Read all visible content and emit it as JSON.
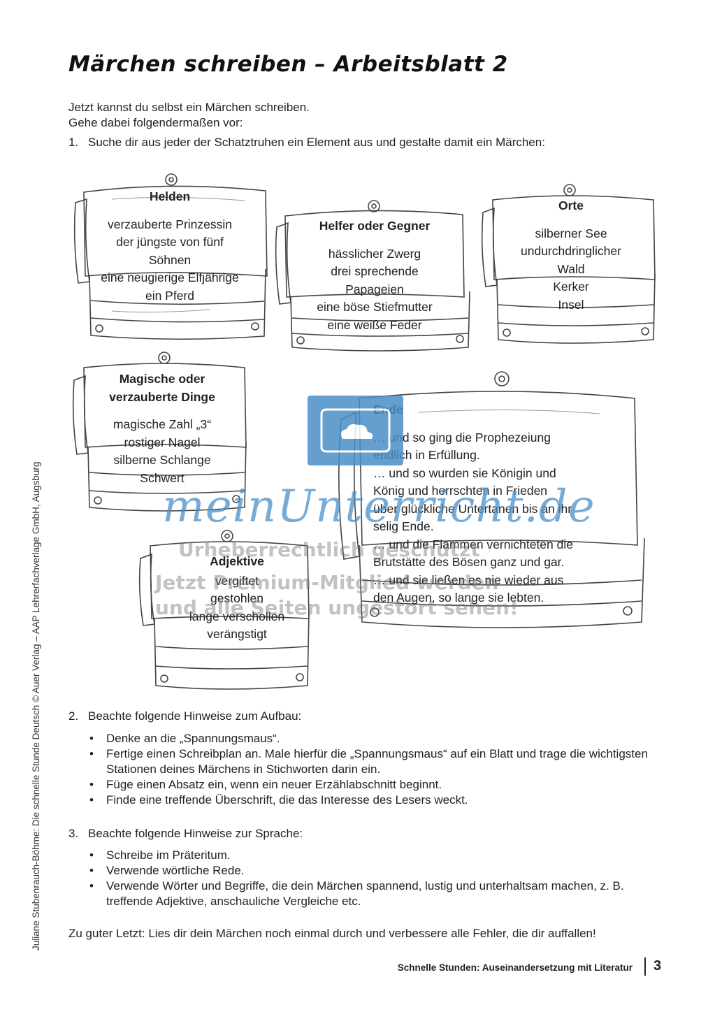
{
  "title": "Märchen schreiben – Arbeitsblatt 2",
  "intro": {
    "line1": "Jetzt kannst du selbst ein Märchen schreiben.",
    "line2": "Gehe dabei folgendermaßen vor:",
    "step1_num": "1.",
    "step1": "Suche dir aus jeder der Schatztruhen ein Element aus und gestalte damit ein Märchen:"
  },
  "chests": {
    "helden": {
      "heading": "Helden",
      "items": [
        "verzauberte Prinzessin",
        "der jüngste von fünf",
        "Söhnen",
        "eine neugierige Elfjährige",
        "ein Pferd"
      ]
    },
    "helfer": {
      "heading": "Helfer oder Gegner",
      "items": [
        "hässlicher Zwerg",
        "drei sprechende",
        "Papageien",
        "eine böse Stiefmutter",
        "eine weiße Feder"
      ]
    },
    "orte": {
      "heading": "Orte",
      "items": [
        "silberner See",
        "undurchdringlicher",
        "Wald",
        "Kerker",
        "Insel"
      ]
    },
    "magische": {
      "heading1": "Magische oder",
      "heading2": "verzauberte Dinge",
      "items": [
        "magische Zahl „3“",
        "rostiger Nagel",
        "silberne Schlange",
        "Schwert"
      ]
    },
    "ende": {
      "heading": "Ende",
      "items": [
        "… und so ging die Prophezeiung",
        "endlich in Erfüllung.",
        "… und so wurden sie Königin und",
        "König und herrschten in Frieden",
        "über glückliche Untertanen bis an ihr",
        "selig Ende.",
        "… und die Flammen vernichteten die",
        "Brutstätte des Bösen ganz und gar.",
        "… und sie ließen es nie wieder aus",
        "den Augen, so lange sie lebten."
      ]
    },
    "adjektive": {
      "heading": "Adjektive",
      "items": [
        "vergiftet",
        "gestohlen",
        "lange verschollen",
        "verängstigt"
      ]
    }
  },
  "step2": {
    "num": "2.",
    "text": "Beachte folgende Hinweise zum Aufbau:",
    "bullets": [
      "Denke an die „Spannungsmaus“.",
      "Fertige einen Schreibplan an. Male hierfür die „Spannungsmaus“ auf ein Blatt und trage die wichtigsten Stationen deines Märchens in Stichworten darin ein.",
      "Füge einen Absatz ein, wenn ein neuer Erzählabschnitt beginnt.",
      "Finde eine treffende Überschrift, die das Interesse des Lesers weckt."
    ]
  },
  "step3": {
    "num": "3.",
    "text": "Beachte folgende Hinweise zur Sprache:",
    "bullets": [
      "Schreibe im Präteritum.",
      "Verwende wörtliche Rede.",
      "Verwende Wörter und Begriffe, die dein Märchen spannend, lustig und unterhaltsam machen, z. B. treffende Adjektive, anschauliche Vergleiche etc."
    ]
  },
  "closing": "Zu guter Letzt: Lies dir dein Märchen noch einmal durch und verbessere alle Fehler, die dir auffallen!",
  "sidebar": "Juliane Stubenrauch-Böhme: Die schnelle Stunde Deutsch © Auer Verlag – AAP Lehrerfachverlage GmbH, Augsburg",
  "footer": {
    "text": "Schnelle Stunden: Auseinandersetzung mit Literatur",
    "page": "3"
  },
  "watermark": {
    "brand": "meinUnterricht.de",
    "line1": "Urheberrechtlich geschützt",
    "line2": "Jetzt Premium-Mitglied werden",
    "line3": "und alle Seiten ungestört sehen!"
  }
}
